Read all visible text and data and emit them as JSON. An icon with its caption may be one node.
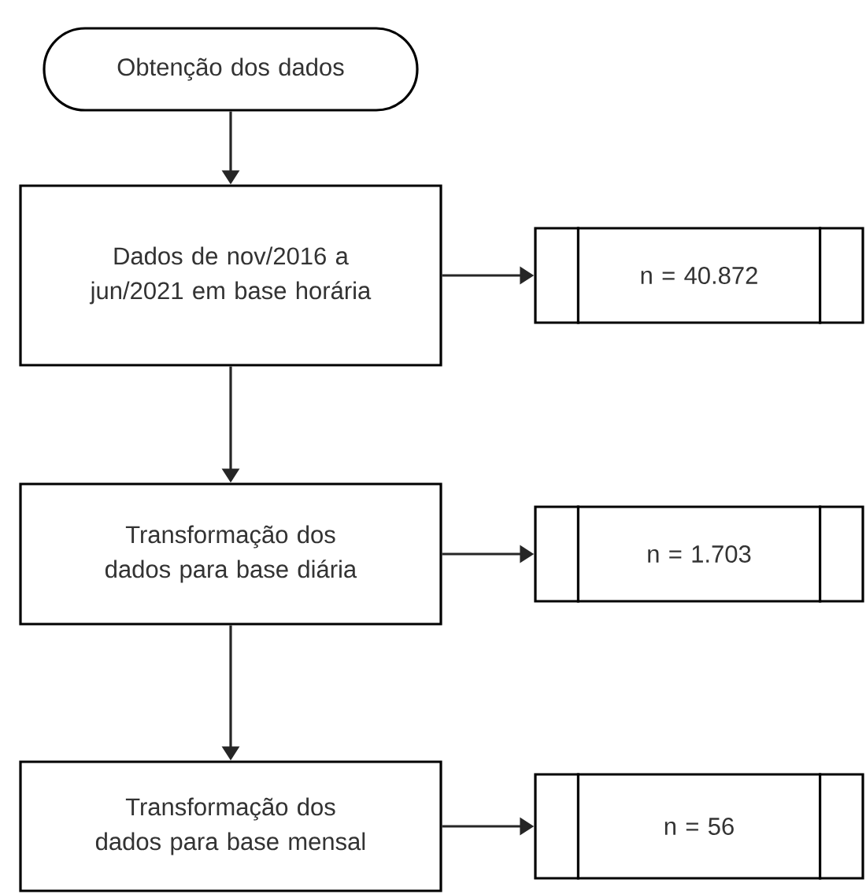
{
  "diagram": {
    "nodes": [
      {
        "text": [
          "Obtenção dos dados"
        ]
      },
      {
        "text": [
          "Dados de nov/2016 a jun/2021 em base horária"
        ]
      },
      {
        "text": [
          "n = 40.872"
        ]
      },
      {
        "text": [
          "Transformação dos dados para base diária"
        ]
      },
      {
        "text": [
          "n = 1.703"
        ]
      },
      {
        "text": [
          "Transformação dos dados para base mensal"
        ]
      },
      {
        "text": [
          "n = 56"
        ]
      }
    ],
    "edges": [
      {
        "from": 0,
        "to": 1,
        "arrow": "to"
      },
      {
        "from": 1,
        "to": 2,
        "arrow": "to"
      },
      {
        "from": 1,
        "to": 3,
        "arrow": "to"
      },
      {
        "from": 3,
        "to": 4,
        "arrow": "to"
      },
      {
        "from": 3,
        "to": 5,
        "arrow": "to"
      },
      {
        "from": 5,
        "to": 6,
        "arrow": "to"
      }
    ]
  }
}
